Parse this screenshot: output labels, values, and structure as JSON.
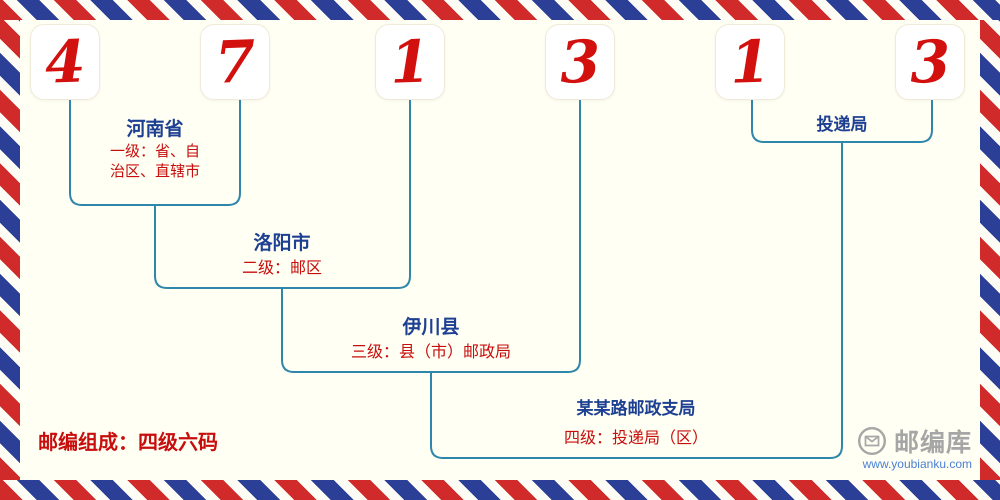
{
  "postal_code": {
    "digits": [
      "4",
      "7",
      "1",
      "3",
      "1",
      "3"
    ]
  },
  "levels": [
    {
      "name": "河南省",
      "desc": "一级：省、自治区、直辖市"
    },
    {
      "name": "洛阳市",
      "desc": "二级：邮区"
    },
    {
      "name": "伊川县",
      "desc": "三级：县（市）邮政局"
    },
    {
      "name": "某某路邮政支局",
      "desc": "四级：投递局（区）"
    }
  ],
  "delivery_office_label": "投递局",
  "footer": {
    "composition": "邮编组成：四级六码",
    "brand_name": "邮编库",
    "website": "www.youbianku.com"
  },
  "icons": {
    "brand": "envelope-in-circle-icon"
  },
  "colors": {
    "digit_red": "#d2100e",
    "desc_red": "#c80d0d",
    "label_navy": "#1e4093",
    "line_blue": "#2e86ab",
    "brand_gray": "#a6a6a6",
    "link_blue": "#4a7fd4",
    "stripe_red": "#d02a2a",
    "stripe_blue": "#2c3f96",
    "bg_ivory": "#fffff3"
  }
}
